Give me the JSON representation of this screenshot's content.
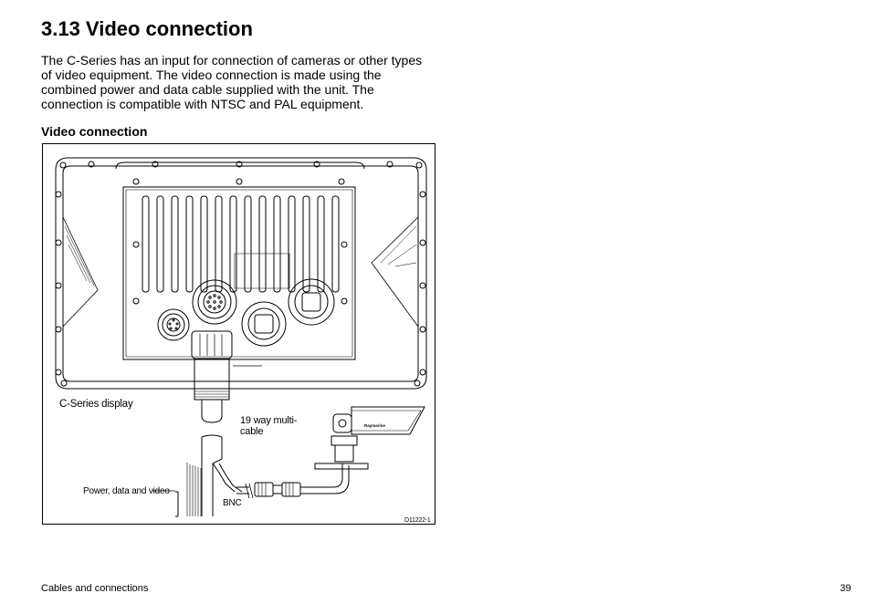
{
  "heading": "3.13 Video connection",
  "intro": "The C-Series has an input for connection of cameras or other types of video equipment.  The video connection is made using the combined power and data cable supplied with the unit.  The connection is compatible with NTSC and PAL equipment.",
  "figure": {
    "title": "Video connection",
    "callouts": {
      "display": "C-Series display",
      "cable": "19 way multi-cable",
      "power": "Power, data and video",
      "bnc": "BNC",
      "ref": "D11222-1"
    },
    "camera_logo": "Raymarine"
  },
  "footer": {
    "section": "Cables and connections",
    "page": "39"
  }
}
